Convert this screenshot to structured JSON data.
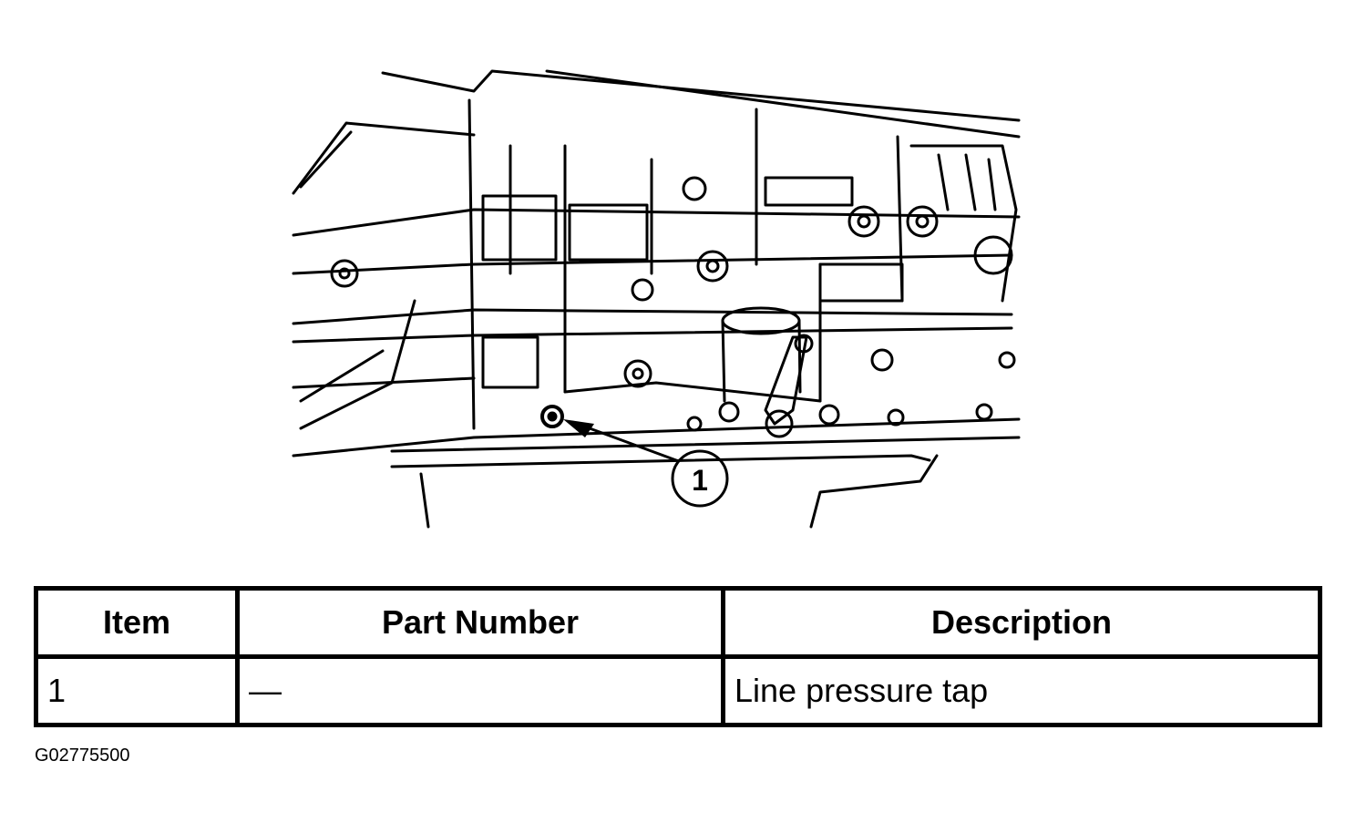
{
  "diagram": {
    "callout_label": "1"
  },
  "table": {
    "headers": [
      "Item",
      "Part Number",
      "Description"
    ],
    "rows": [
      [
        "1",
        "—",
        "Line pressure tap"
      ]
    ]
  },
  "figure_id": "G02775500"
}
